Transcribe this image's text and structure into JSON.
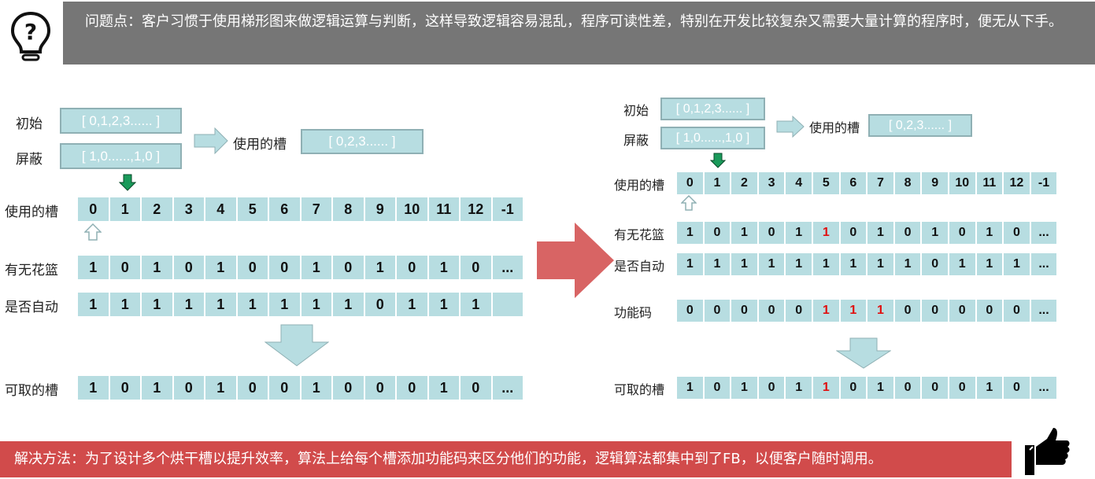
{
  "header": {
    "text": "问题点：客户习惯于使用梯形图来做逻辑运算与判断，这样导致逻辑容易混乱，程序可读性差，特别在开发比较复杂又需要大量计算的程序时，便无从下手。"
  },
  "solution": {
    "text": "解决方法：为了设计多个烘干槽以提升效率，算法上给每个槽添加功能码来区分他们的功能，逻辑算法都集中到了FB，以便客户随时调用。"
  },
  "colors": {
    "cell": "#b7dde1",
    "header": "#767676",
    "solution": "#d14b4b",
    "arrow_red": "#d86464",
    "highlight": "#e01010"
  },
  "left": {
    "init_label": "初始",
    "init_value": "[ 0,1,2,3...... ]",
    "mask_label": "屏蔽",
    "mask_value": "[ 1,0......,1,0 ]",
    "used_label": "使用的槽",
    "used_value": "[ 0,2,3...... ]",
    "rows": [
      {
        "label": "使用的槽",
        "values": [
          "0",
          "1",
          "2",
          "3",
          "4",
          "5",
          "6",
          "7",
          "8",
          "9",
          "10",
          "11",
          "12",
          "-1"
        ],
        "red": []
      },
      {
        "label": "有无花篮",
        "values": [
          "1",
          "0",
          "1",
          "0",
          "1",
          "0",
          "0",
          "1",
          "0",
          "1",
          "0",
          "1",
          "0",
          "..."
        ],
        "red": []
      },
      {
        "label": "是否自动",
        "values": [
          "1",
          "1",
          "1",
          "1",
          "1",
          "1",
          "1",
          "1",
          "1",
          "0",
          "1",
          "1",
          "1",
          ""
        ],
        "red": []
      },
      {
        "label": "可取的槽",
        "values": [
          "1",
          "0",
          "1",
          "0",
          "1",
          "0",
          "0",
          "1",
          "0",
          "0",
          "0",
          "1",
          "0",
          "..."
        ],
        "red": []
      }
    ]
  },
  "right": {
    "init_label": "初始",
    "init_value": "[ 0,1,2,3...... ]",
    "mask_label": "屏蔽",
    "mask_value": "[ 1,0......,1,0 ]",
    "used_label": "使用的槽",
    "used_value": "[ 0,2,3...... ]",
    "rows": [
      {
        "label": "使用的槽",
        "values": [
          "0",
          "1",
          "2",
          "3",
          "4",
          "5",
          "6",
          "7",
          "8",
          "9",
          "10",
          "11",
          "12",
          "-1"
        ],
        "red": []
      },
      {
        "label": "有无花篮",
        "values": [
          "1",
          "0",
          "1",
          "0",
          "1",
          "1",
          "0",
          "1",
          "0",
          "1",
          "0",
          "1",
          "0",
          "..."
        ],
        "red": [
          5
        ]
      },
      {
        "label": "是否自动",
        "values": [
          "1",
          "1",
          "1",
          "1",
          "1",
          "1",
          "1",
          "1",
          "1",
          "0",
          "1",
          "1",
          "1",
          "..."
        ],
        "red": []
      },
      {
        "label": "功能码",
        "values": [
          "0",
          "0",
          "0",
          "0",
          "0",
          "1",
          "1",
          "1",
          "0",
          "0",
          "0",
          "0",
          "0",
          "..."
        ],
        "red": [
          5,
          6,
          7
        ]
      },
      {
        "label": "可取的槽",
        "values": [
          "1",
          "0",
          "1",
          "0",
          "1",
          "1",
          "0",
          "1",
          "0",
          "0",
          "0",
          "1",
          "0",
          "..."
        ],
        "red": [
          5
        ]
      }
    ]
  }
}
